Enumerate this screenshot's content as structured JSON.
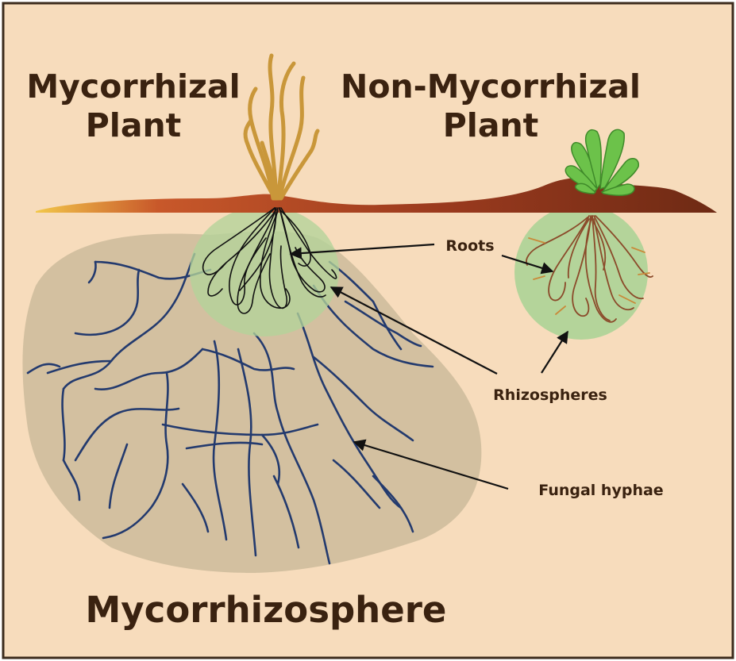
{
  "labels": {
    "mycorrhizal_line1": "Mycorrhizal",
    "mycorrhizal_line2": "Plant",
    "non_mycorrhizal_line1": "Non-Mycorrhizal",
    "non_mycorrhizal_line2": "Plant",
    "roots": "Roots",
    "rhizospheres": "Rhizospheres",
    "fungal_hyphae": "Fungal hyphae",
    "mycorrhizosphere": "Mycorrhizosphere"
  },
  "colors": {
    "background": "#f7dcbc",
    "border": "#3c2b1c",
    "mycorrhizosphere_fill": "#d3c0a0",
    "rhizosphere_fill": "#b4d49a",
    "hyphae": "#233a6e",
    "soil_dark": "#7a2e14",
    "soil_light": "#f2c84a",
    "tan_plant": "#c9973a",
    "green_plant": "#6cc24a",
    "brown_roots": "#8b4a2a",
    "black_roots": "#111111",
    "text": "#3a2210"
  }
}
